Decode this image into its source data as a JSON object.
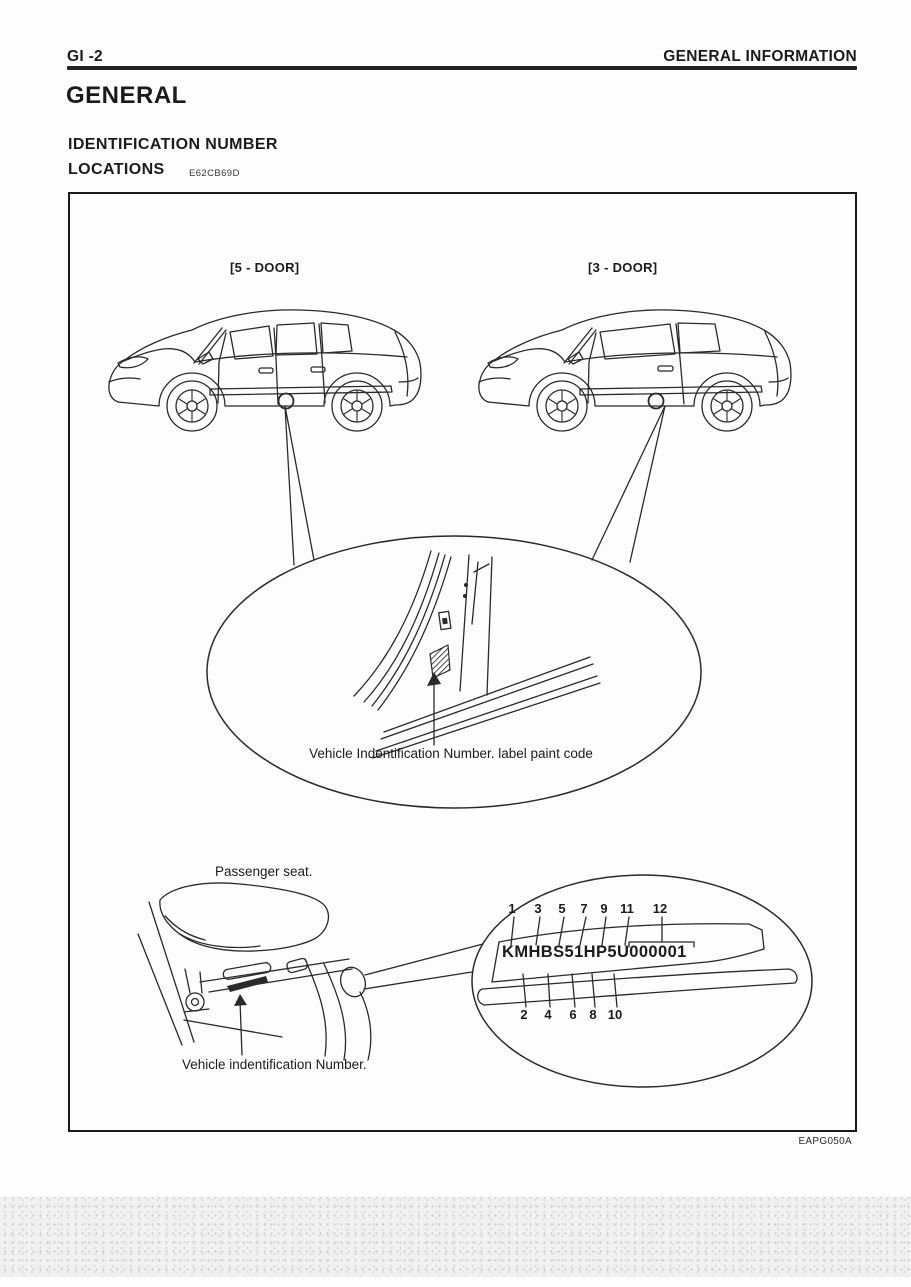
{
  "header": {
    "page_code": "GI -2",
    "section_title": "GENERAL INFORMATION"
  },
  "page_title": "GENERAL",
  "subtitle": {
    "line1": "IDENTIFICATION NUMBER",
    "line2": "LOCATIONS",
    "ref_code": "E62CB69D"
  },
  "figure": {
    "code": "EAPG050A",
    "variant_left": "[5 - DOOR]",
    "variant_right": "[3 - DOOR]",
    "pillar_caption": "Vehicle Indentification Number. label paint code",
    "seat_label": "Passenger seat.",
    "seat_caption": "Vehicle indentification Number.",
    "vin_plate": {
      "vin": "KMHBS51HP5U000001",
      "positions_top": [
        "1",
        "3",
        "5",
        "7",
        "9",
        "11",
        "12"
      ],
      "positions_bottom": [
        "2",
        "4",
        "6",
        "8",
        "10"
      ]
    }
  }
}
